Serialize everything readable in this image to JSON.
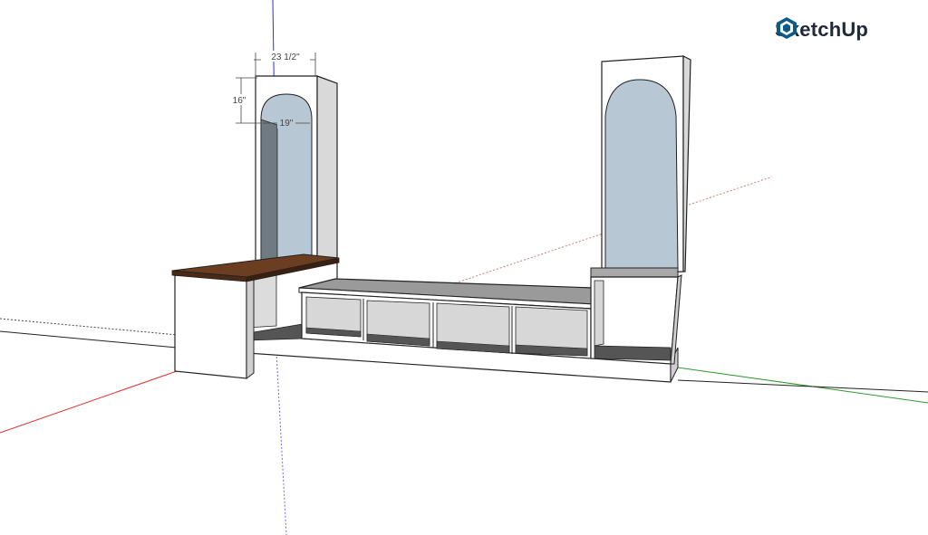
{
  "app": {
    "brand_name": "SketchUp",
    "brand_icon": "sketchup-logo-icon"
  },
  "model": {
    "dimensions": {
      "top_width": "23 1/2\"",
      "arch_height": "16\"",
      "arch_width": "19\""
    }
  },
  "colors": {
    "accent": "#0a5a8a",
    "mirror": "#b7c8d4",
    "wood": "#6b3e21",
    "axis_red": "#e03030",
    "axis_green": "#2e9a2e",
    "axis_blue": "#2a2aff"
  }
}
